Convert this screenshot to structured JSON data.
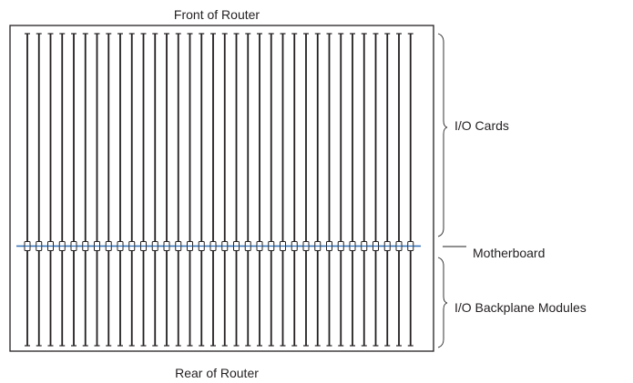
{
  "labels": {
    "front": "Front of Router",
    "rear": "Rear of Router",
    "io_cards": "I/O Cards",
    "motherboard": "Motherboard",
    "backplane": "I/O Backplane Modules"
  },
  "diagram": {
    "slot_count": 34,
    "colors": {
      "outline": "#231f20",
      "motherboard_line": "#2e6eb5",
      "background": "#ffffff"
    }
  }
}
